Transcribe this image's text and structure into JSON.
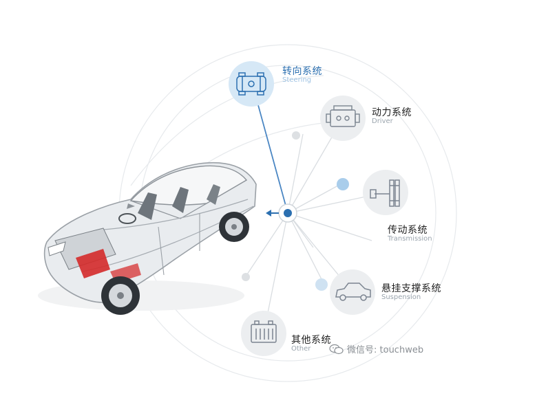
{
  "colors": {
    "accent": "#2b6fb0",
    "accent_light": "#d6e8f6",
    "node_fill": "#eceef0",
    "dot_blue": "#a9cdeb",
    "dot_grey": "#dde0e3",
    "line": "#d9dde1",
    "red_part": "#d42a2a"
  },
  "nodes": [
    {
      "cn": "转向系统",
      "en": "Steering",
      "icon": "steering-chassis-icon",
      "active": true
    },
    {
      "cn": "动力系统",
      "en": "Driver",
      "icon": "engine-icon",
      "active": false
    },
    {
      "cn": "传动系统",
      "en": "Transmission",
      "icon": "gear-shaft-icon",
      "active": false
    },
    {
      "cn": "悬挂支撑系统",
      "en": "Suspension",
      "icon": "car-side-icon",
      "active": false
    },
    {
      "cn": "其他系统",
      "en": "Other",
      "icon": "battery-rack-icon",
      "active": false
    }
  ],
  "watermark": {
    "text": "微信号: touchweb",
    "icon": "wechat-icon"
  }
}
